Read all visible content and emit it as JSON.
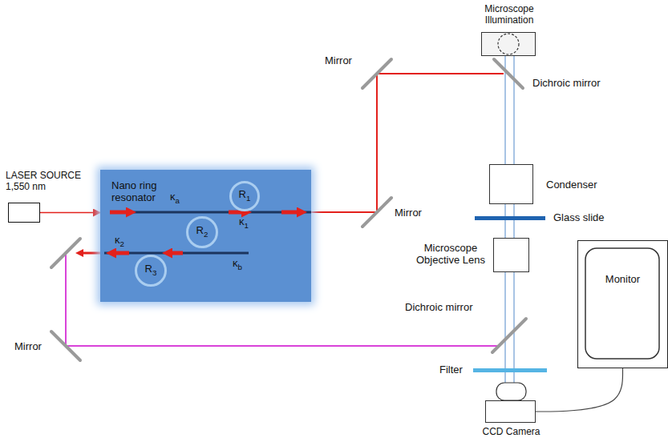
{
  "diagram": {
    "nodes": [
      {
        "text": [
          "LASER SOURCE 1,550 nm"
        ]
      },
      {
        "text": [
          "Nano ring resonator"
        ]
      },
      {
        "text": [
          "R1"
        ],
        "in": 1
      },
      {
        "text": [
          "R2"
        ],
        "in": 1
      },
      {
        "text": [
          "R3"
        ],
        "in": 1
      },
      {
        "text": [
          "Microscope Illumination"
        ]
      },
      {
        "text": [
          "Condenser"
        ]
      },
      {
        "text": [
          "Microscope Objective Lens"
        ]
      },
      {
        "text": [
          "Monitor"
        ]
      },
      {
        "text": [
          "CCD Camera"
        ]
      }
    ],
    "edges": [
      {
        "from": 0,
        "to": 1,
        "arrow": "to"
      },
      {
        "from": 9,
        "to": 8,
        "arrow": "none"
      }
    ],
    "labels": [
      "Mirror",
      "Dichroic mirror",
      "κa",
      "κ1",
      "κ2",
      "κb",
      "Mirror",
      "Glass slide",
      "Dichroic mirror",
      "Filter",
      "Mirror"
    ]
  }
}
